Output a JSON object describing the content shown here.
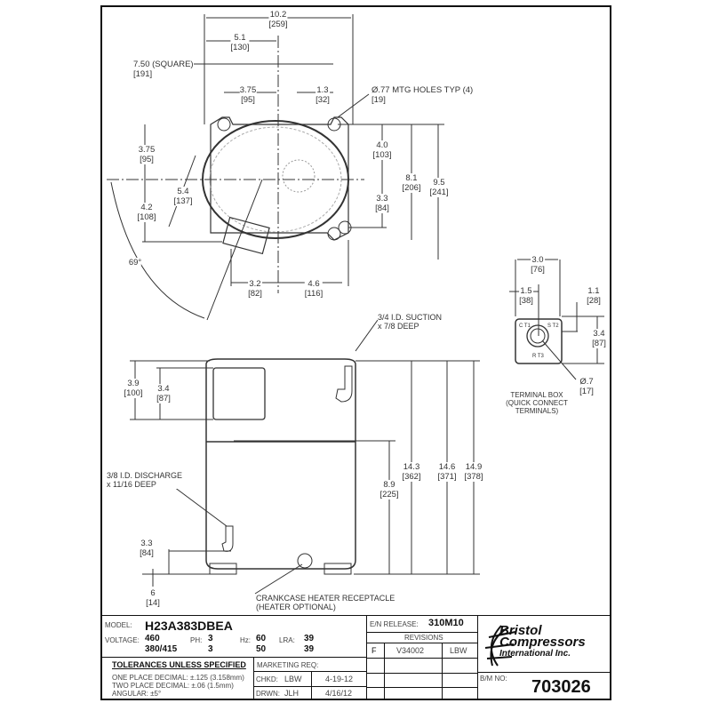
{
  "top_view": {
    "dims": [
      {
        "value": "10.2",
        "mm": "[259]"
      },
      {
        "value": "5.1",
        "mm": "[130]"
      },
      {
        "value": "7.50  (SQUARE)",
        "mm": "[191]"
      },
      {
        "value": "3.75",
        "mm": "[95]"
      },
      {
        "value": "1.3",
        "mm": "[32]"
      },
      {
        "value": "Ø.77 MTG HOLES TYP (4)",
        "mm": "[19]"
      },
      {
        "value": "3.75",
        "mm": "[95]"
      },
      {
        "value": "5.4",
        "mm": "[137]"
      },
      {
        "value": "4.2",
        "mm": "[108]"
      },
      {
        "value": "4.0",
        "mm": "[103]"
      },
      {
        "value": "3.3",
        "mm": "[84]"
      },
      {
        "value": "8.1",
        "mm": "[206]"
      },
      {
        "value": "9.5",
        "mm": "[241]"
      },
      {
        "value": "69°",
        "mm": ""
      },
      {
        "value": "3.2",
        "mm": "[82]"
      },
      {
        "value": "4.6",
        "mm": "[116]"
      }
    ]
  },
  "side_view": {
    "suction_note": [
      "3/4 I.D. SUCTION",
      "x 7/8 DEEP"
    ],
    "discharge_note": [
      "3/8 I.D. DISCHARGE",
      "x 11/16 DEEP"
    ],
    "crankcase_note": [
      "CRANKCASE HEATER RECEPTACLE",
      "(HEATER OPTIONAL)"
    ],
    "dims": [
      {
        "value": "3.9",
        "mm": "[100]"
      },
      {
        "value": "3.4",
        "mm": "[87]"
      },
      {
        "value": "3.3",
        "mm": "[84]"
      },
      {
        "value": "6",
        "mm": "[14]"
      },
      {
        "value": "8.9",
        "mm": "[225]"
      },
      {
        "value": "14.3",
        "mm": "[362]"
      },
      {
        "value": "14.6",
        "mm": "[371]"
      },
      {
        "value": "14.9",
        "mm": "[378]"
      }
    ]
  },
  "terminal_box": {
    "caption": [
      "TERMINAL BOX",
      "(QUICK CONNECT",
      "TERMINALS)"
    ],
    "terminals": [
      "C T1",
      "S T2",
      "R T3"
    ],
    "dims": [
      {
        "value": "3.0",
        "mm": "[76]"
      },
      {
        "value": "1.5",
        "mm": "[38]"
      },
      {
        "value": "1.1",
        "mm": "[28]"
      },
      {
        "value": "3.4",
        "mm": "[87]"
      },
      {
        "value": "Ø.7",
        "mm": "[17]"
      }
    ]
  },
  "title_block": {
    "model_label": "MODEL:",
    "model": "H23A383DBEA",
    "voltage_label": "VOLTAGE:",
    "ph_label": "PH:",
    "hz_label": "Hz:",
    "lra_label": "LRA:",
    "rows": [
      {
        "voltage": "460",
        "ph": "3",
        "hz": "60",
        "lra": "39"
      },
      {
        "voltage": "380/415",
        "ph": "3",
        "hz": "50",
        "lra": "39"
      }
    ],
    "tolerances_title": "TOLERANCES  UNLESS  SPECIFIED",
    "tolerances": [
      "ONE PLACE DECIMAL: ±.125 (3.158mm)",
      "TWO PLACE DECIMAL: ±.06 (1.5mm)",
      "ANGULAR: ±5°"
    ],
    "marketing_label": "MARKETING REQ:",
    "chkd_label": "CHKD:",
    "chkd": "LBW",
    "chkd_date": "4-19-12",
    "drwn_label": "DRWN:",
    "drwn": "JLH",
    "drwn_date": "4/16/12",
    "en_release_label": "E/N RELEASE:",
    "en_release": "310M10",
    "revisions_label": "REVISIONS",
    "revisions": [
      {
        "rev": "F",
        "ecn": "V34002",
        "by": "LBW"
      }
    ],
    "company": [
      "Bristol",
      "Compressors",
      "International Inc."
    ],
    "bm_label": "B/M NO:",
    "bm_no": "703026"
  }
}
